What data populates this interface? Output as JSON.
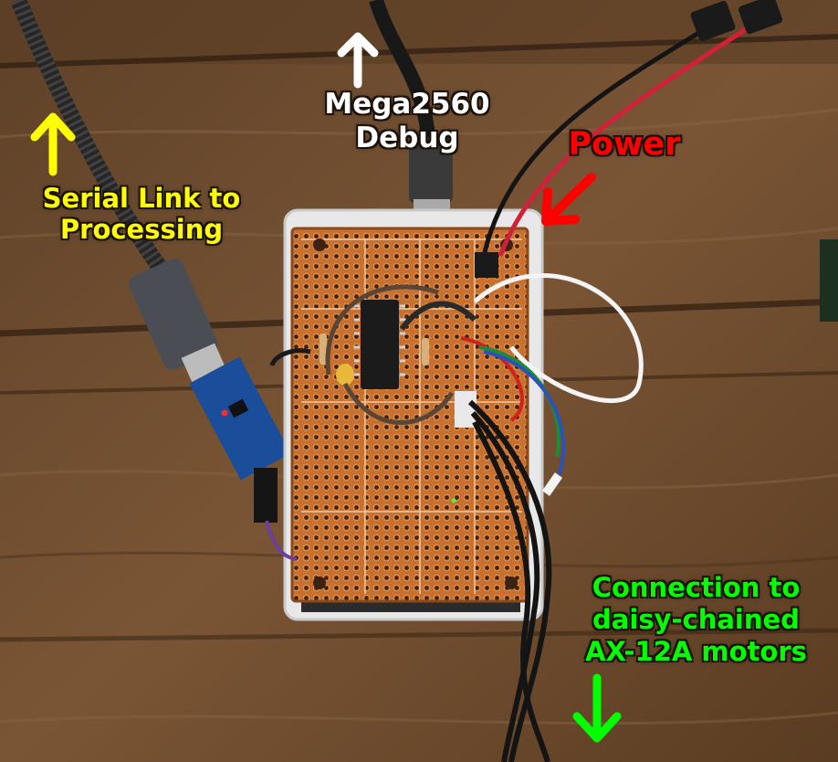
{
  "labels": {
    "mega_debug": {
      "line1": "Mega2560",
      "line2": "Debug"
    },
    "serial_link": {
      "line1": "Serial Link to",
      "line2": "Processing"
    },
    "power": {
      "text": "Power"
    },
    "connection": {
      "line1": "Connection to",
      "line2": "daisy-chained",
      "line3": "AX-12A motors"
    }
  },
  "colors": {
    "mega_debug": "#ffffff",
    "serial_link": "#ffff00",
    "power": "#ff0000",
    "connection": "#00ff00",
    "wood": "#6b4a2c",
    "pcb": "#c26a2e"
  },
  "arrows": {
    "mega_debug": "up-arrow-icon",
    "serial_link": "up-arrow-icon",
    "power": "down-left-arrow-icon",
    "connection": "down-arrow-icon"
  }
}
